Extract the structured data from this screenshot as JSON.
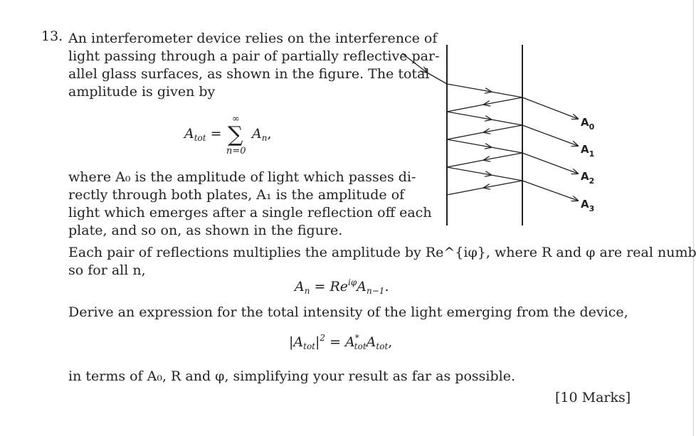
{
  "question": {
    "number": "13.",
    "intro_lines": [
      "An interferometer device relies on the interference of",
      "light passing through a pair of partially reflective par-",
      "allel glass surfaces, as shown in the figure. The total",
      "amplitude is given by"
    ],
    "where_lines": [
      "where A₀ is the amplitude of light which passes di-",
      "rectly through both plates, A₁ is the amplitude of",
      "light which emerges after a single reflection off each",
      "plate, and so on, as shown in the figure."
    ],
    "pair_lines": [
      "Each pair of reflections multiplies the amplitude by Re^{iφ}, where R and φ are real numbers,",
      "so for all n,"
    ],
    "derive_line": "Derive an expression for the total intensity of the light emerging from the device,",
    "terms_line": "in terms of A₀, R and φ, simplifying your result as far as possible.",
    "marks": "[10 Marks]"
  },
  "equations": {
    "sum": {
      "lhs": "A",
      "lhs_sub": "tot",
      "eq": "=",
      "upper": "∞",
      "sigma": "∑",
      "lower": "n=0",
      "term": "A",
      "term_sub": "n",
      "trail": ","
    },
    "recurrence": {
      "text": "A",
      "sub": "n",
      "eq": " = Re",
      "sup": "iφ",
      "term": "A",
      "term_sub": "n−1",
      "trail": "."
    },
    "intensity": {
      "lhs": "|A",
      "lhs_sub": "tot",
      "lhs_close": "|",
      "lhs_sup": "2",
      "eq": " = A",
      "star": "*",
      "star_sub": "tot",
      "rhs": "A",
      "rhs_sub": "tot",
      "trail": ","
    }
  },
  "diagram": {
    "labels": [
      {
        "main": "A",
        "sub": "0"
      },
      {
        "main": "A",
        "sub": "1"
      },
      {
        "main": "A",
        "sub": "2"
      },
      {
        "main": "A",
        "sub": "3"
      }
    ],
    "line_color": "#222222"
  }
}
